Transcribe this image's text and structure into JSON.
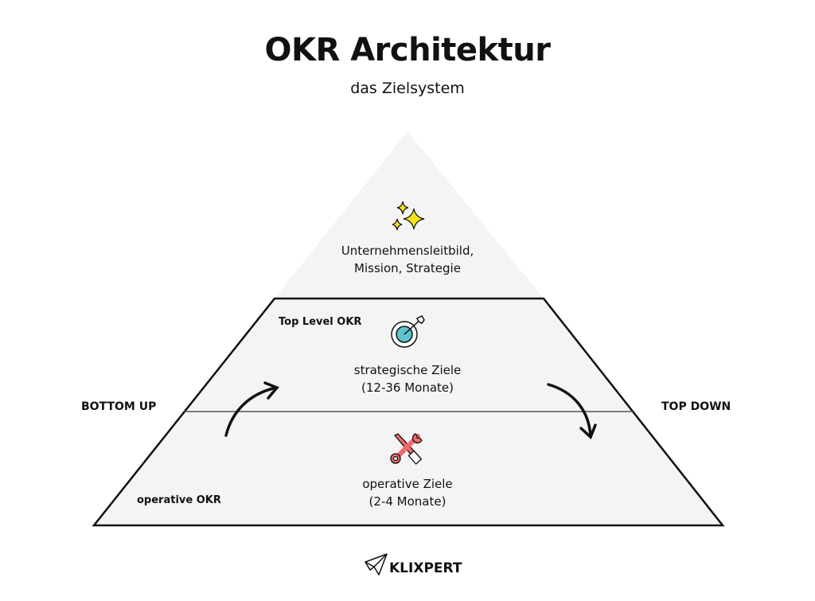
{
  "title": "OKR Architektur",
  "subtitle": "das Zielsystem",
  "levels": {
    "vision": {
      "line1": "Unternehmensleitbild,",
      "line2": "Mission, Strategie",
      "icon": "sparkles-icon"
    },
    "top": {
      "label": "Top Level OKR",
      "line1": "strategische Ziele",
      "line2": "(12-36 Monate)",
      "icon": "target-icon"
    },
    "operative": {
      "label": "operative OKR",
      "line1": "operative Ziele",
      "line2": "(2-4 Monate)",
      "icon": "tools-icon"
    }
  },
  "directions": {
    "left": "BOTTOM UP",
    "right": "TOP DOWN"
  },
  "logo": {
    "text": "KLIXPERT"
  },
  "colors": {
    "fill": "#f4f4f4",
    "sparkle": "#f7e21b",
    "target": "#5bc4cc",
    "tools": "#ef6b6b"
  }
}
